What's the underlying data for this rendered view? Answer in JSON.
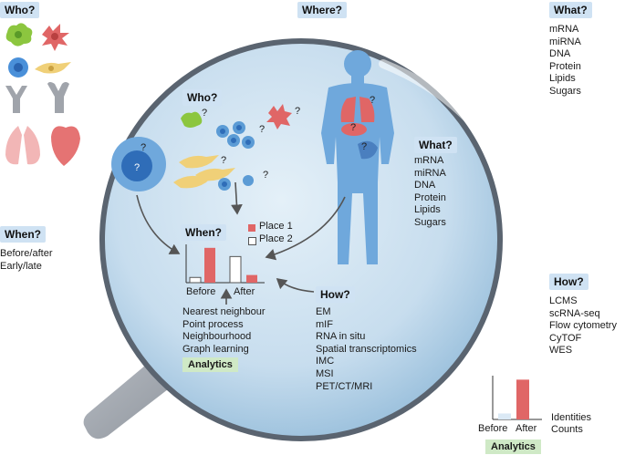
{
  "tags": {
    "who_left": "Who?",
    "where": "Where?",
    "what_right": "What?",
    "when_left": "When?",
    "how_right": "How?",
    "who_inner": "Who?",
    "what_inner": "What?",
    "when_inner": "When?",
    "how_inner": "How?"
  },
  "what_list": [
    "mRNA",
    "miRNA",
    "DNA",
    "Protein",
    "Lipids",
    "Sugars"
  ],
  "when_list": [
    "Before/after",
    "Early/late"
  ],
  "how_list_right": [
    "LCMS",
    "scRNA-seq",
    "Flow cytometry",
    "CyTOF",
    "WES"
  ],
  "how_list_inner": [
    "EM",
    "mIF",
    "RNA in situ",
    "Spatial transcriptomics",
    "IMC",
    "MSI",
    "PET/CT/MRI"
  ],
  "analytics_list": [
    "Nearest neighbour",
    "Point process",
    "Neighbourhood",
    "Graph learning"
  ],
  "analytics_label": "Analytics",
  "legend": {
    "place1": "Place 1",
    "place2": "Place 2"
  },
  "inner_chart": {
    "before": "Before",
    "after": "After"
  },
  "right_chart": {
    "before": "Before",
    "after": "After",
    "identities": "Identities",
    "counts": "Counts"
  },
  "question_mark": "?",
  "colors": {
    "place1": "#e06666",
    "place2": "#ffffff",
    "lens": "#cfe3f1",
    "tag": "#cfe2f3",
    "analytics": "#cfe9c6"
  },
  "chart_data": [
    {
      "type": "bar",
      "categories": [
        "Before",
        "After"
      ],
      "series": [
        {
          "name": "Place 1",
          "values": [
            1.0,
            0.22
          ]
        },
        {
          "name": "Place 2",
          "values": [
            0.15,
            0.75
          ]
        }
      ],
      "ylim": [
        0,
        1.1
      ]
    },
    {
      "type": "bar",
      "categories": [
        "Before",
        "After"
      ],
      "values": [
        0.15,
        1.0
      ],
      "ylim": [
        0,
        1.1
      ]
    }
  ]
}
